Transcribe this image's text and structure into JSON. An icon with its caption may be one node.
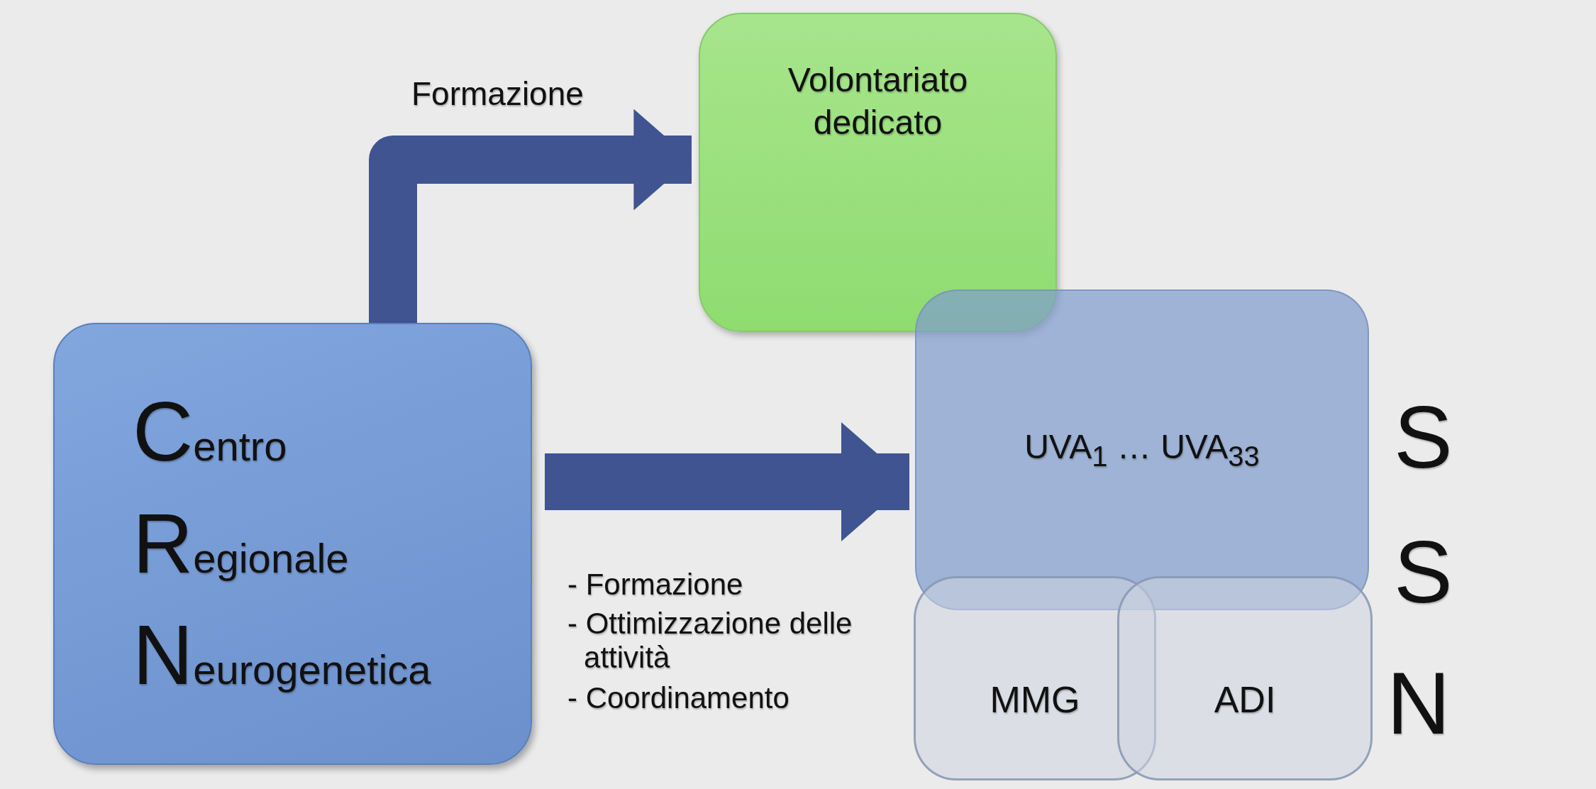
{
  "diagram": {
    "nodes": [
      {
        "text": [
          "Centro",
          "Regionale",
          "Neurogenetica"
        ]
      },
      {
        "text": [
          "Volontariato dedicato"
        ]
      },
      {
        "text": [
          "UVA$_{1}$ … UVA$_{33}$"
        ]
      },
      {
        "text": [
          "MMG"
        ]
      },
      {
        "text": [
          "ADI"
        ]
      }
    ],
    "edges": [
      {
        "from": 0,
        "to": 1,
        "arrow": "to",
        "label": "Formazione"
      },
      {
        "from": 0,
        "to": 2,
        "arrow": "to"
      }
    ],
    "labels": [
      "- Formazione",
      "- Ottimizzazione delle attività",
      "- Coordinamento",
      "S",
      "S",
      "N"
    ]
  }
}
